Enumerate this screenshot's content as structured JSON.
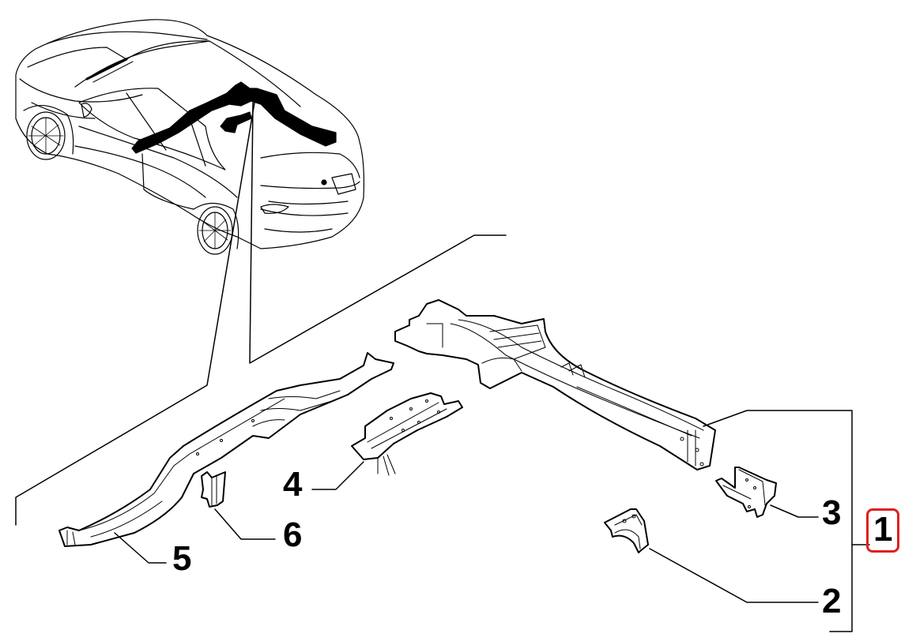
{
  "diagram": {
    "type": "exploded-parts-diagram",
    "subject": "Rear floor longitudinal members / side members assembly",
    "overview_vehicle": "car-rear-three-quarter-view-with-highlighted-floor-members",
    "highlight_color": "#000000",
    "line_color": "#000000",
    "background_color": "#ffffff",
    "selected_callout_color": "#e02020"
  },
  "callouts": [
    {
      "id": "1",
      "label": "1",
      "selected": true,
      "part": "rear-side-member-assembly"
    },
    {
      "id": "2",
      "label": "2",
      "selected": false,
      "part": "curved-reinforcement-bracket"
    },
    {
      "id": "3",
      "label": "3",
      "selected": false,
      "part": "channel-bracket"
    },
    {
      "id": "4",
      "label": "4",
      "selected": false,
      "part": "crossmember-rail"
    },
    {
      "id": "5",
      "label": "5",
      "selected": false,
      "part": "longitudinal-floor-member"
    },
    {
      "id": "6",
      "label": "6",
      "selected": false,
      "part": "small-gusset-plate"
    }
  ]
}
